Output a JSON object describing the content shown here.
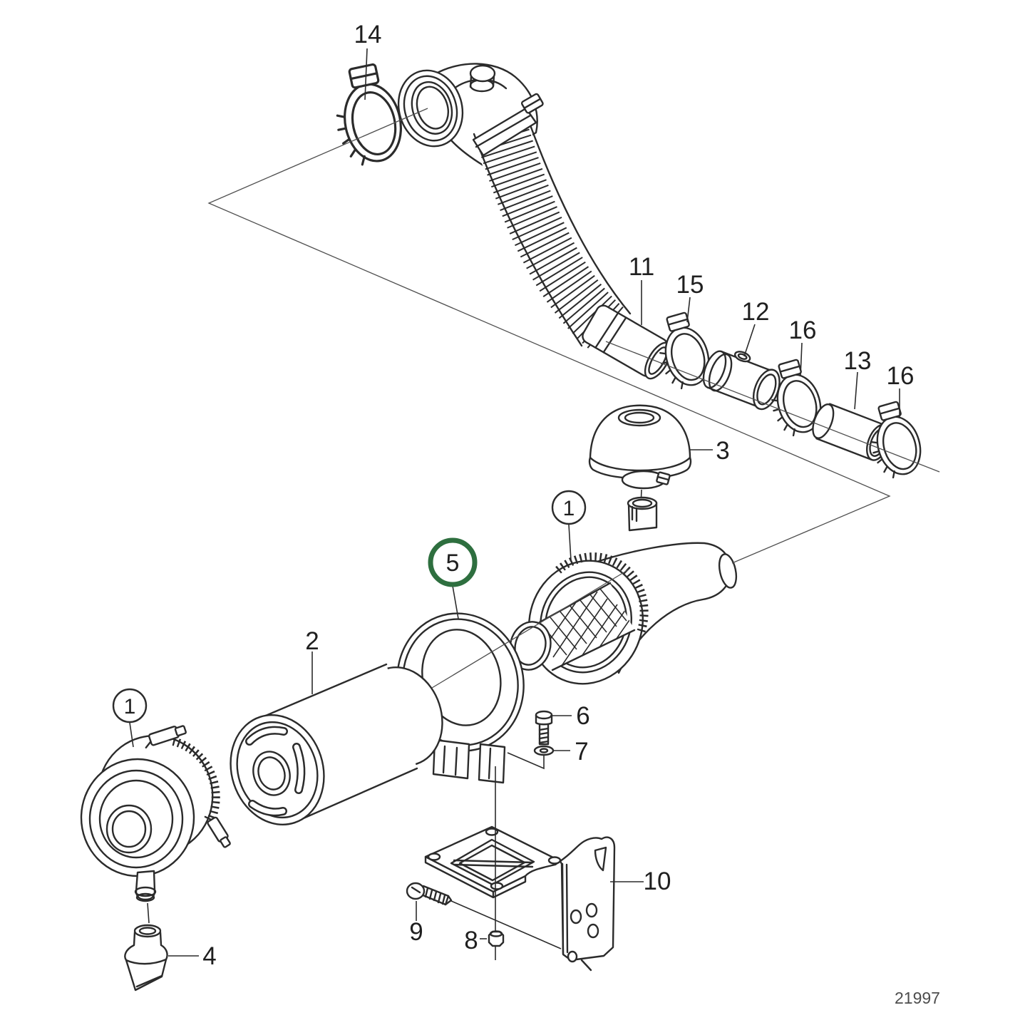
{
  "diagram": {
    "drawing_number": "21997",
    "highlight_color": "#2e6f3f",
    "muted_label_color": "#9b9b9b",
    "footer_color": "#4d4d4d",
    "callouts": {
      "part14": "14",
      "part11": "11",
      "part15": "15",
      "part12": "12",
      "part16a": "16",
      "part13": "13",
      "part16b": "16",
      "part3": "3",
      "part1_right": "1",
      "part5": "5",
      "part2": "2",
      "part6": "6",
      "part7": "7",
      "part1_left": "1",
      "part10": "10",
      "part9": "9",
      "part8": "8",
      "part4": "4"
    }
  }
}
